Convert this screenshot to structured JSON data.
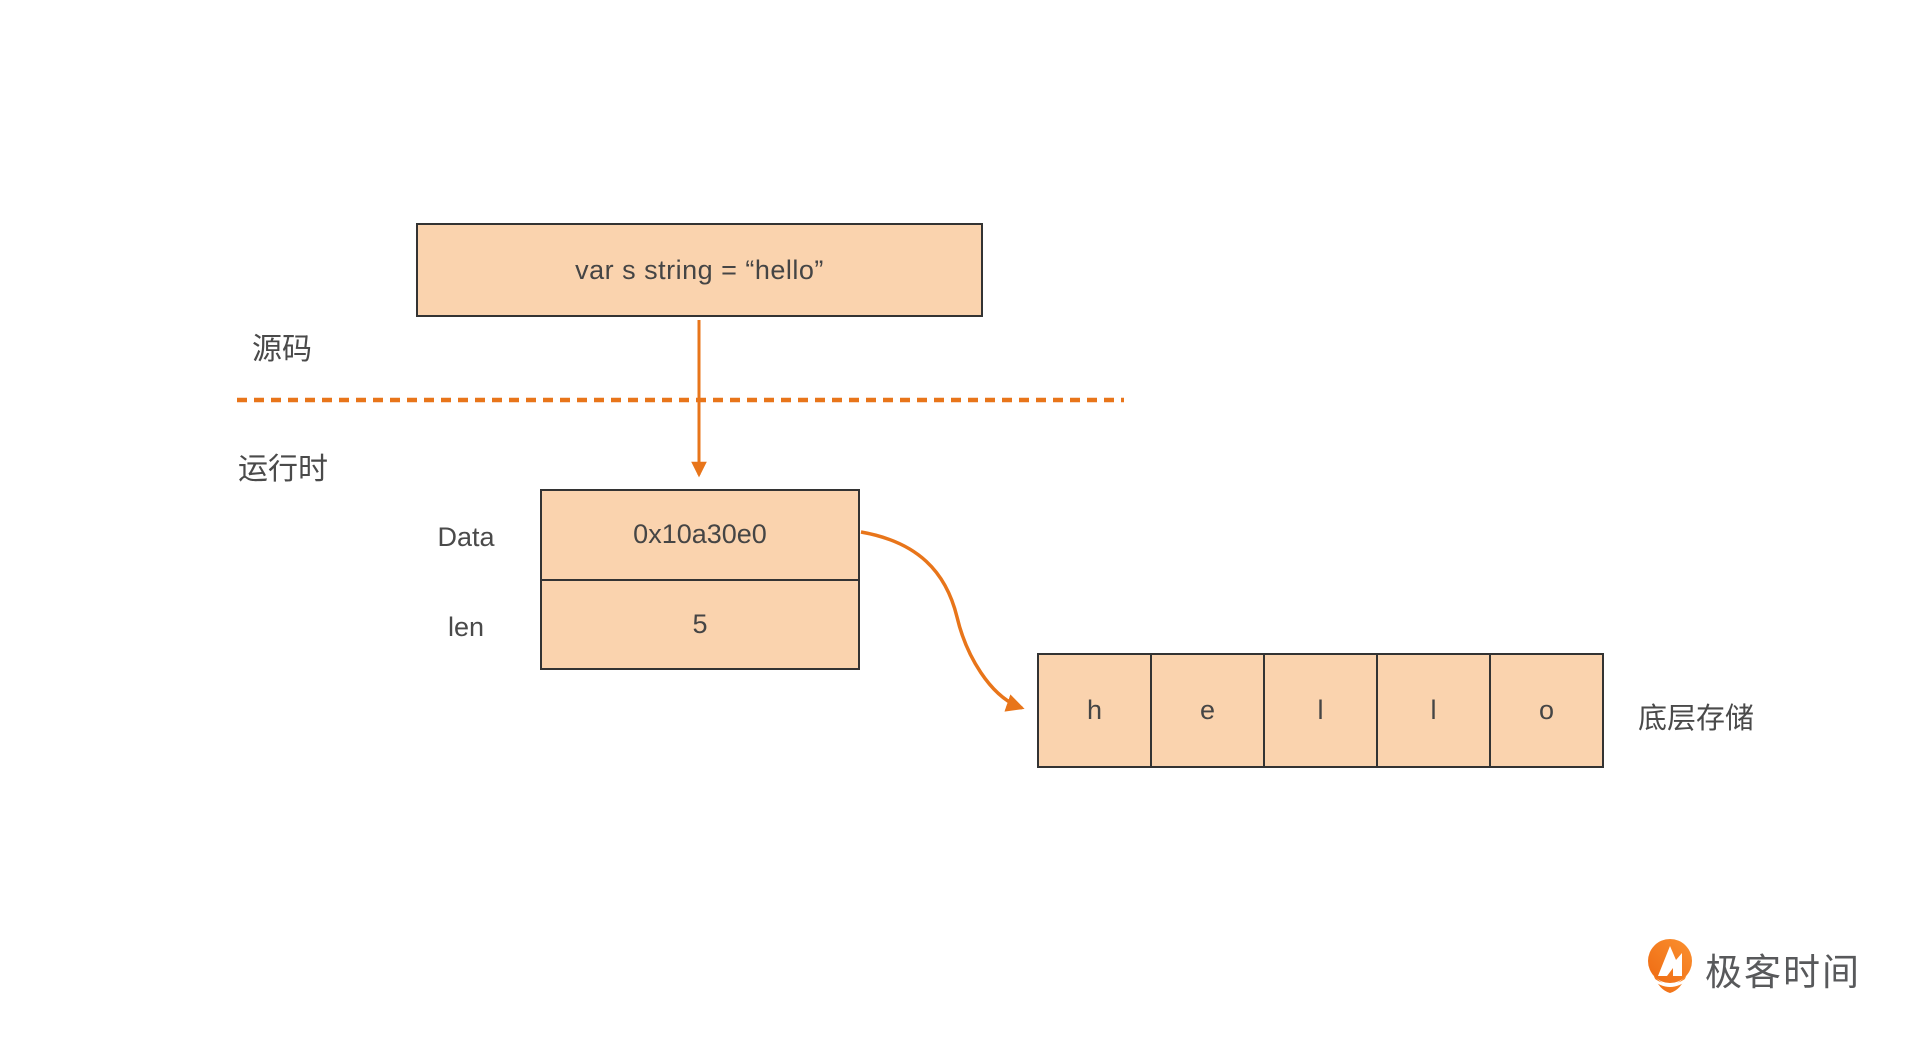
{
  "labels": {
    "source_code": "源码",
    "runtime": "运行时",
    "underlying_storage": "底层存储"
  },
  "code_box": {
    "text": "var s string = “hello”"
  },
  "string_header": {
    "fields": [
      {
        "name": "Data",
        "value": "0x10a30e0"
      },
      {
        "name": "len",
        "value": "5"
      }
    ]
  },
  "storage_cells": [
    "h",
    "e",
    "l",
    "l",
    "o"
  ],
  "logo": {
    "text": "极客时间"
  },
  "colors": {
    "accent_orange": "#E8751A",
    "box_fill": "#FAD3AE",
    "box_border": "#333333",
    "text": "#454545",
    "logo_text": "#58595B",
    "logo_orange": "#F47721"
  }
}
